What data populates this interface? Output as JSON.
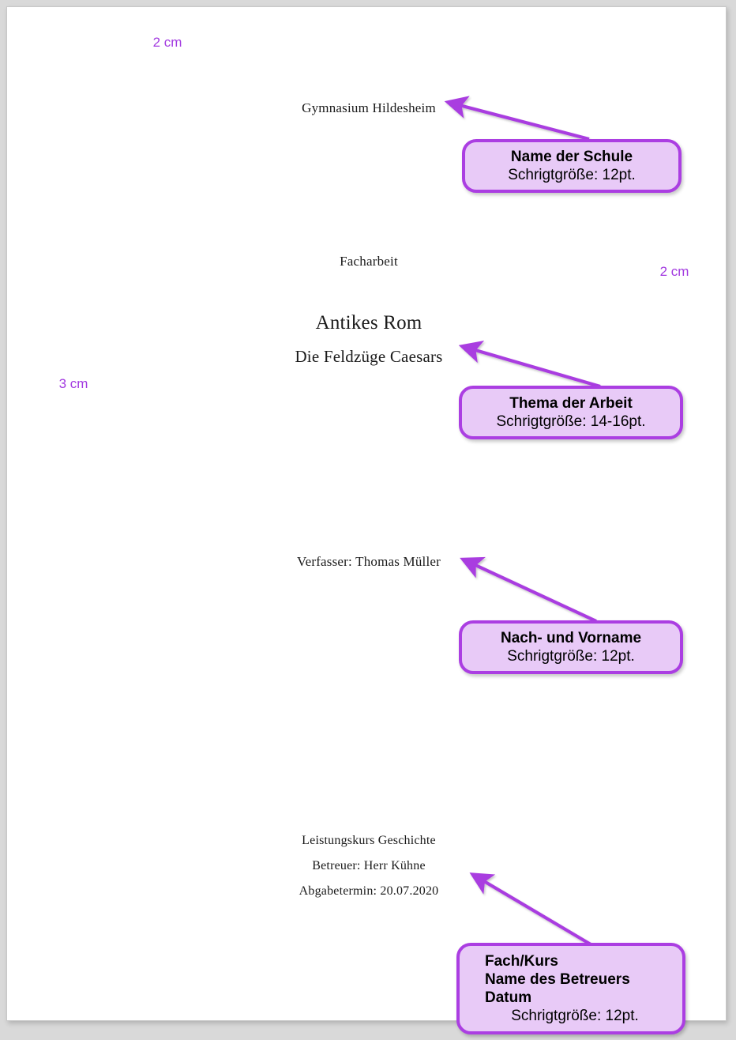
{
  "document": {
    "school": "Gymnasium Hildesheim",
    "kind": "Facharbeit",
    "title": "Antikes Rom",
    "subtitle": "Die Feldzüge Caesars",
    "author": "Verfasser: Thomas Müller",
    "course": "Leistungskurs Geschichte",
    "tutor": "Betreuer: Herr Kühne",
    "deadline": "Abgabetermin: 20.07.2020"
  },
  "callouts": [
    {
      "id": "school",
      "title": "Name der Schule",
      "subtitle": "Schrigtgröße: 12pt."
    },
    {
      "id": "topic",
      "title": "Thema der Arbeit",
      "subtitle": "Schrigtgröße: 14-16pt."
    },
    {
      "id": "name",
      "title": "Nach- und Vorname",
      "subtitle": "Schrigtgröße: 12pt."
    },
    {
      "id": "course",
      "title_line1": "Fach/Kurs",
      "title_line2": "Name des Betreuers",
      "title_line3": "Datum",
      "subtitle": "Schrigtgröße: 12pt."
    }
  ],
  "margins": {
    "top": "2 cm",
    "right": "2 cm",
    "left": "3 cm"
  },
  "colors": {
    "accent": "#a23ae0",
    "callout_border": "#ab3ee2",
    "callout_fill": "#e8caf7",
    "page": "#ffffff",
    "backdrop": "#d9d9d9",
    "text": "#1a1a1a"
  }
}
